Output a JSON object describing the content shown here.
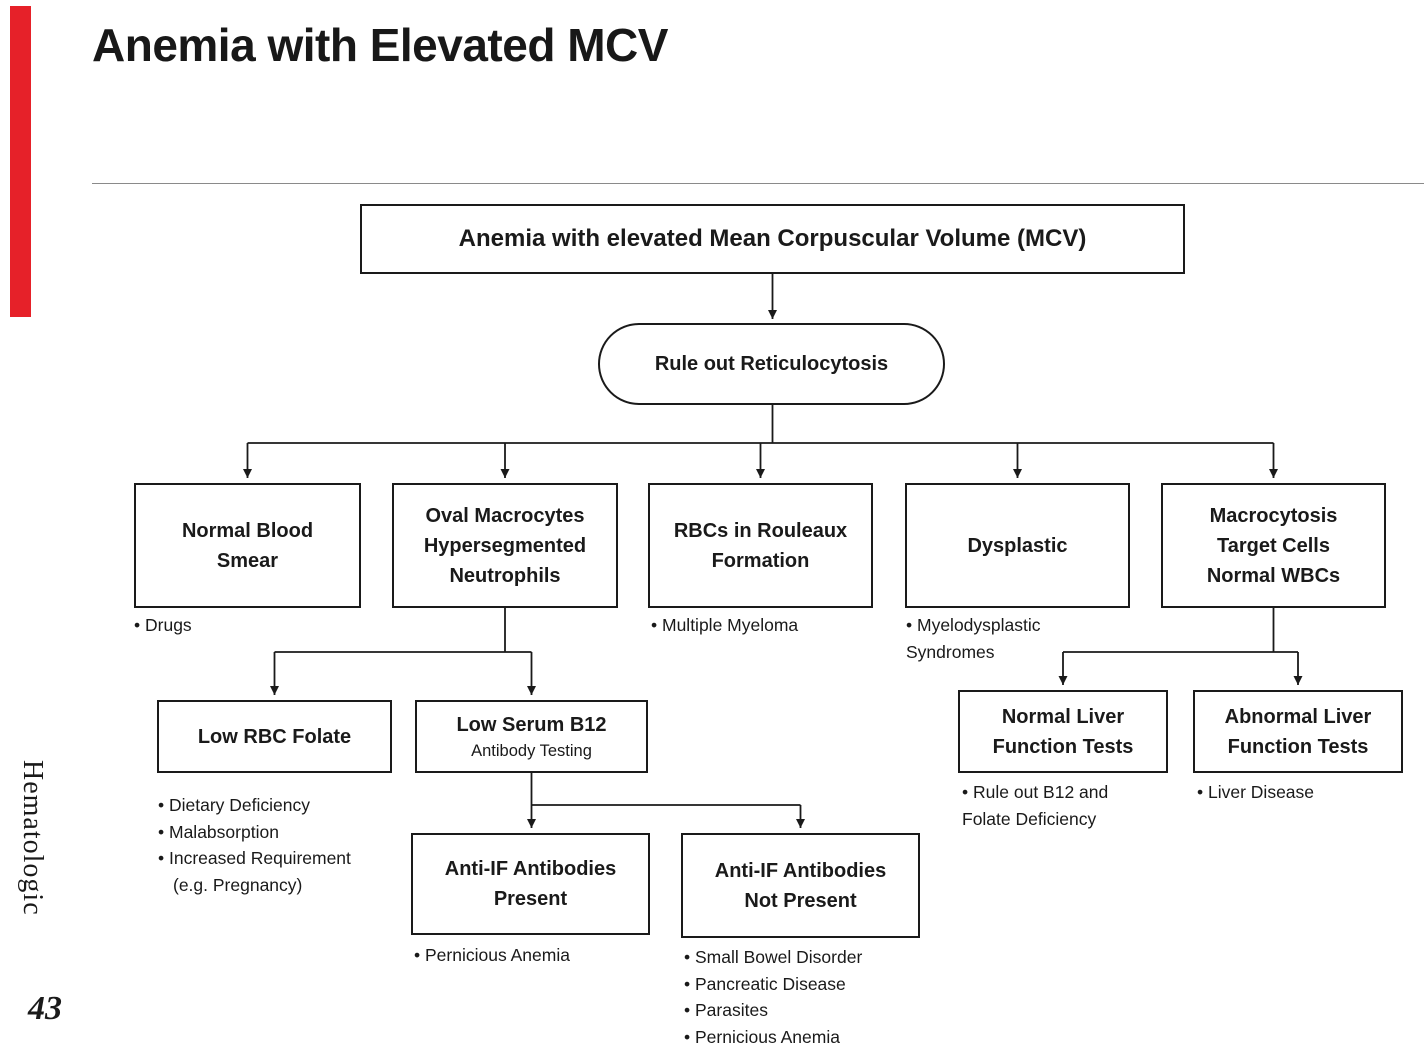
{
  "page": {
    "title": "Anemia with Elevated MCV",
    "side_label": "Hematologic",
    "page_number": "43",
    "accent_color": "#e62129"
  },
  "flowchart": {
    "root": {
      "label": "Anemia with elevated Mean Corpuscular Volume (MCV)"
    },
    "decision": {
      "label": "Rule out Reticulocytosis"
    },
    "branches": [
      {
        "label": "Normal Blood\nSmear",
        "bullets": [
          "Drugs"
        ]
      },
      {
        "label": "Oval Macrocytes\nHypersegmented\nNeutrophils",
        "bullets": []
      },
      {
        "label": "RBCs in Rouleaux\nFormation",
        "bullets": [
          "Multiple Myeloma"
        ]
      },
      {
        "label": "Dysplastic",
        "bullets": [
          "Myelodysplastic\nSyndromes"
        ]
      },
      {
        "label": "Macrocytosis\nTarget Cells\nNormal WBCs",
        "bullets": []
      }
    ],
    "folate_box": {
      "label": "Low RBC Folate",
      "bullets": [
        "Dietary Deficiency",
        "Malabsorption",
        "Increased Requirement\n(e.g. Pregnancy)"
      ]
    },
    "b12_box": {
      "label": "Low Serum B12",
      "sublabel": "Antibody Testing"
    },
    "anti_if_present": {
      "label": "Anti-IF Antibodies\nPresent",
      "bullets": [
        "Pernicious Anemia"
      ]
    },
    "anti_if_absent": {
      "label": "Anti-IF Antibodies\nNot Present",
      "bullets": [
        "Small Bowel Disorder",
        "Pancreatic Disease",
        "Parasites",
        "Pernicious Anemia"
      ]
    },
    "normal_lft": {
      "label": "Normal Liver\nFunction Tests",
      "bullets": [
        "Rule out B12 and\nFolate Deficiency"
      ]
    },
    "abnormal_lft": {
      "label": "Abnormal Liver\nFunction Tests",
      "bullets": [
        "Liver Disease"
      ]
    }
  }
}
